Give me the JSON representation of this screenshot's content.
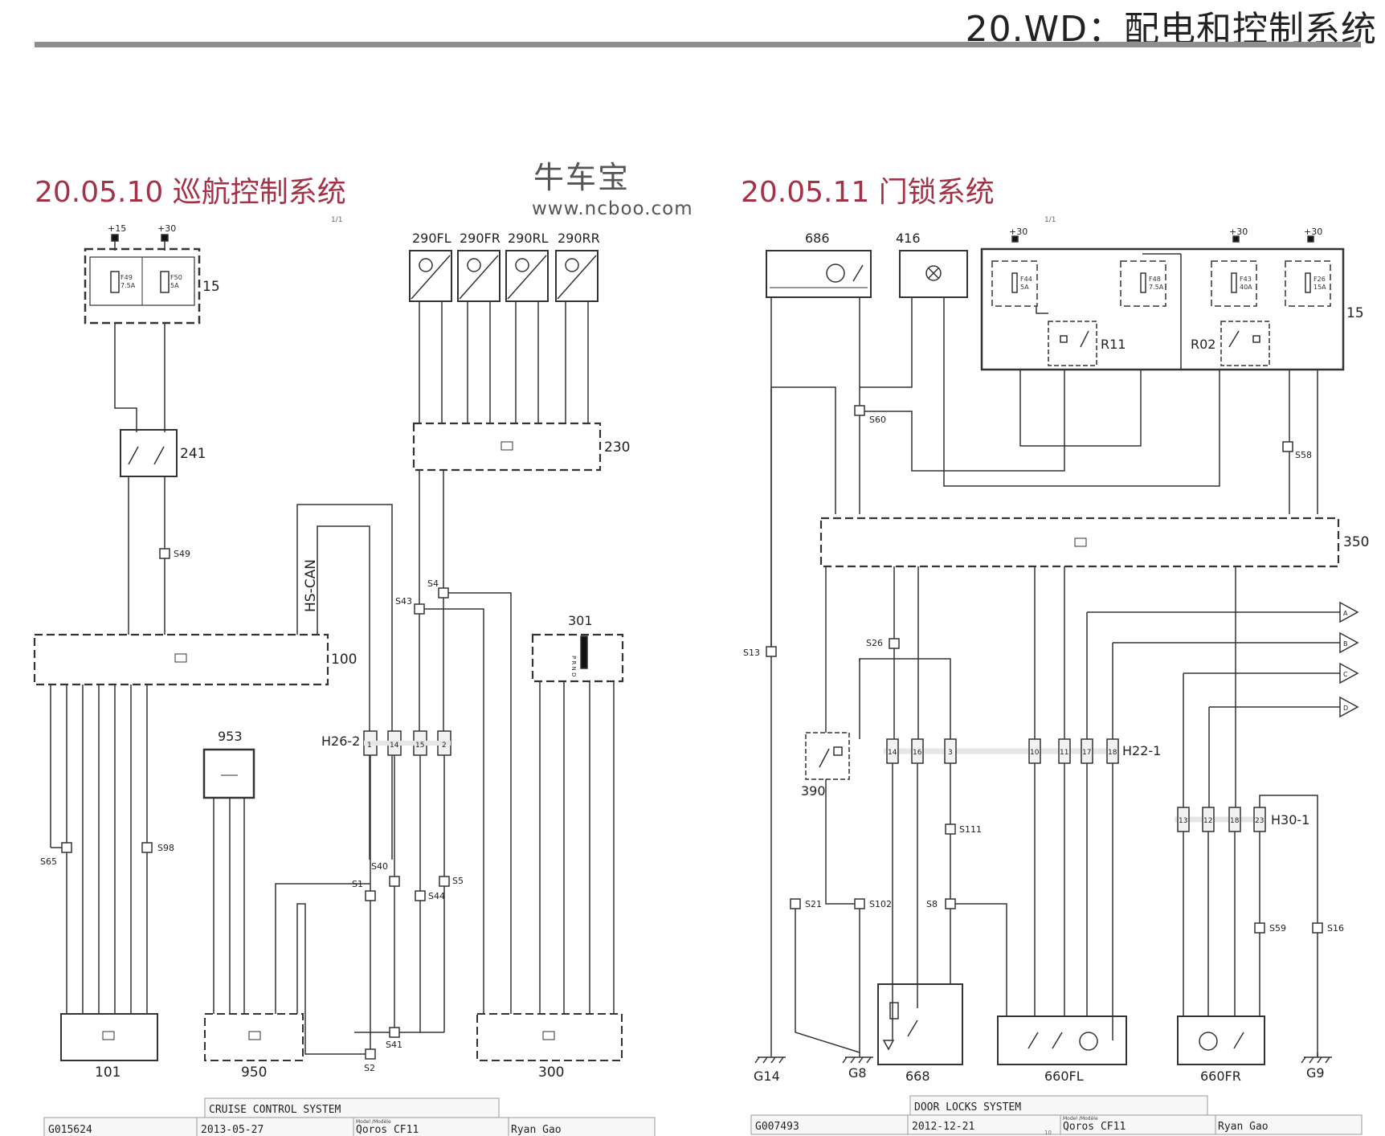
{
  "header": {
    "title": "20.WD：配电和控制系统"
  },
  "watermark": {
    "brand": "牛车宝",
    "url": "www.ncboo.com"
  },
  "left": {
    "title": "20.05.10 巡航控制系统",
    "page_mark": "1/1",
    "supply_labels": [
      "+15",
      "+30"
    ],
    "fuse_box_id": "15",
    "fuses": [
      {
        "id": "F49",
        "rating": "7.5A"
      },
      {
        "id": "F50",
        "rating": "5A"
      }
    ],
    "relay_id": "241",
    "ecu_id": "100",
    "can_label": "HS-CAN",
    "module_230": "230",
    "wheel_sensors": [
      "290FL",
      "290FR",
      "290RL",
      "290RR"
    ],
    "selector_id": "301",
    "selector_positions": "P R N D",
    "connector": "H26-2",
    "connector_pins": [
      "1",
      "14",
      "15",
      "2"
    ],
    "splices": [
      "S49",
      "S43",
      "S4",
      "S65",
      "S98",
      "S40",
      "S1",
      "S44",
      "S5",
      "S41",
      "S2"
    ],
    "component_953": "953",
    "bottom_modules": [
      "101",
      "950",
      "300"
    ],
    "title_block": {
      "system": "CRUISE CONTROL SYSTEM",
      "drawing_no": "G015624",
      "date": "2013-05-27",
      "model_label": "Model /Modèle",
      "model": "Qoros CF11",
      "author": "Ryan Gao"
    }
  },
  "right": {
    "title": "20.05.11 门锁系统",
    "page_mark": "1/1",
    "supply_labels": [
      "+30",
      "+30",
      "+30"
    ],
    "fuse_box_id": "15",
    "fuses": [
      {
        "id": "F44",
        "rating": "5A"
      },
      {
        "id": "F48",
        "rating": "7.5A"
      },
      {
        "id": "F43",
        "rating": "40A"
      },
      {
        "id": "F26",
        "rating": "15A"
      }
    ],
    "relays": [
      "R11",
      "R02"
    ],
    "motor_686": "686",
    "lamp_416": "416",
    "module_350": "350",
    "switch_390": "390",
    "connector_h22": "H22-1",
    "connector_h22_pins": [
      "14",
      "16",
      "3",
      "10",
      "11",
      "17",
      "18"
    ],
    "connector_h30": "H30-1",
    "connector_h30_pins": [
      "13",
      "12",
      "18",
      "23"
    ],
    "off_page_arrows": [
      "A",
      "B",
      "C",
      "D"
    ],
    "splices": [
      "S60",
      "S58",
      "S13",
      "S26",
      "S111",
      "S21",
      "S102",
      "S8",
      "S59",
      "S16"
    ],
    "grounds": [
      "G14",
      "G8",
      "G9"
    ],
    "bottom_modules": [
      "668",
      "660FL",
      "660FR"
    ],
    "title_block": {
      "system": "DOOR LOCKS SYSTEM",
      "drawing_no": "G007493",
      "date": "2012-12-21",
      "model_label": "Model /Modèle",
      "model": "Qoros CF11",
      "author": "Ryan Gao",
      "sheet": "10"
    }
  }
}
